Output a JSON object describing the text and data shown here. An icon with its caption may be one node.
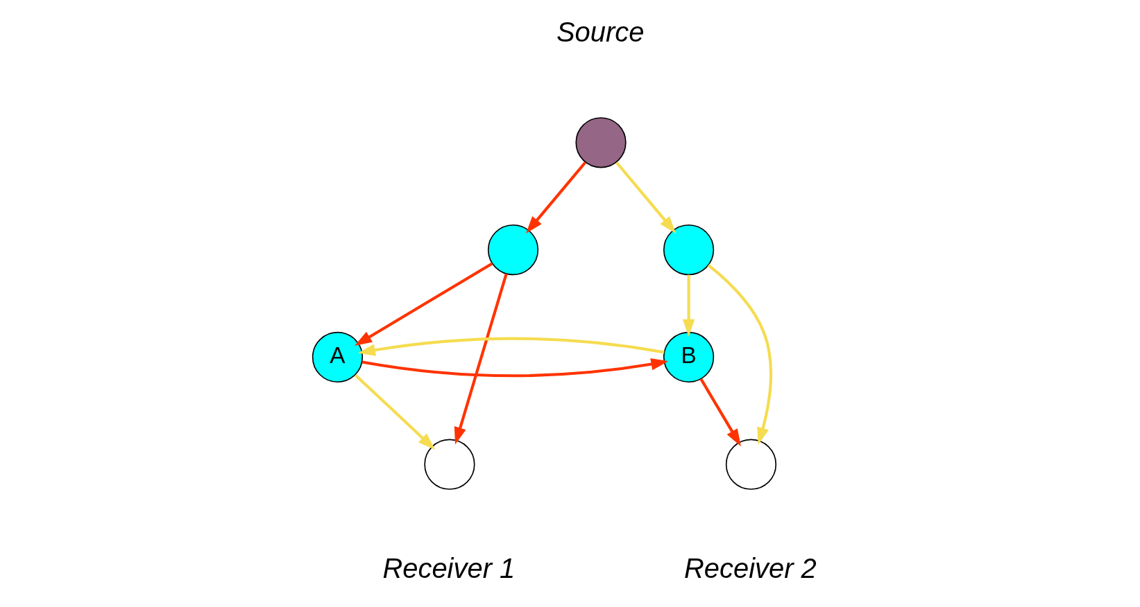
{
  "diagram": {
    "nodes": [
      {
        "text": [],
        "shape": "circle",
        "beside": [
          "Source"
        ]
      },
      {
        "text": [],
        "shape": "circle"
      },
      {
        "text": [],
        "shape": "circle"
      },
      {
        "text": [
          "A"
        ]
      },
      {
        "text": [
          "B"
        ]
      },
      {
        "text": [],
        "shape": "circle",
        "beside": [
          "Receiver 1"
        ]
      },
      {
        "text": [],
        "shape": "circle",
        "beside": [
          "Receiver 2"
        ]
      }
    ],
    "edges": [
      {
        "from": 0,
        "to": 1,
        "arrow": "to",
        "color": "#ff3300"
      },
      {
        "from": 0,
        "to": 2,
        "arrow": "to",
        "color": "#f5dc50"
      },
      {
        "from": 1,
        "to": 3,
        "arrow": "to",
        "color": "#ff3300"
      },
      {
        "from": 1,
        "to": 5,
        "arrow": "to",
        "color": "#ff3300"
      },
      {
        "from": 2,
        "to": 4,
        "arrow": "to",
        "color": "#f5dc50"
      },
      {
        "from": 2,
        "to": 6,
        "arrow": "to",
        "color": "#f5dc50"
      },
      {
        "from": 3,
        "to": 4,
        "arrow": "to",
        "color": "#ff3300"
      },
      {
        "from": 4,
        "to": 3,
        "arrow": "to",
        "color": "#f5dc50"
      },
      {
        "from": 3,
        "to": 5,
        "arrow": "to",
        "color": "#f5dc50"
      },
      {
        "from": 4,
        "to": 6,
        "arrow": "to",
        "color": "#ff3300"
      }
    ]
  }
}
